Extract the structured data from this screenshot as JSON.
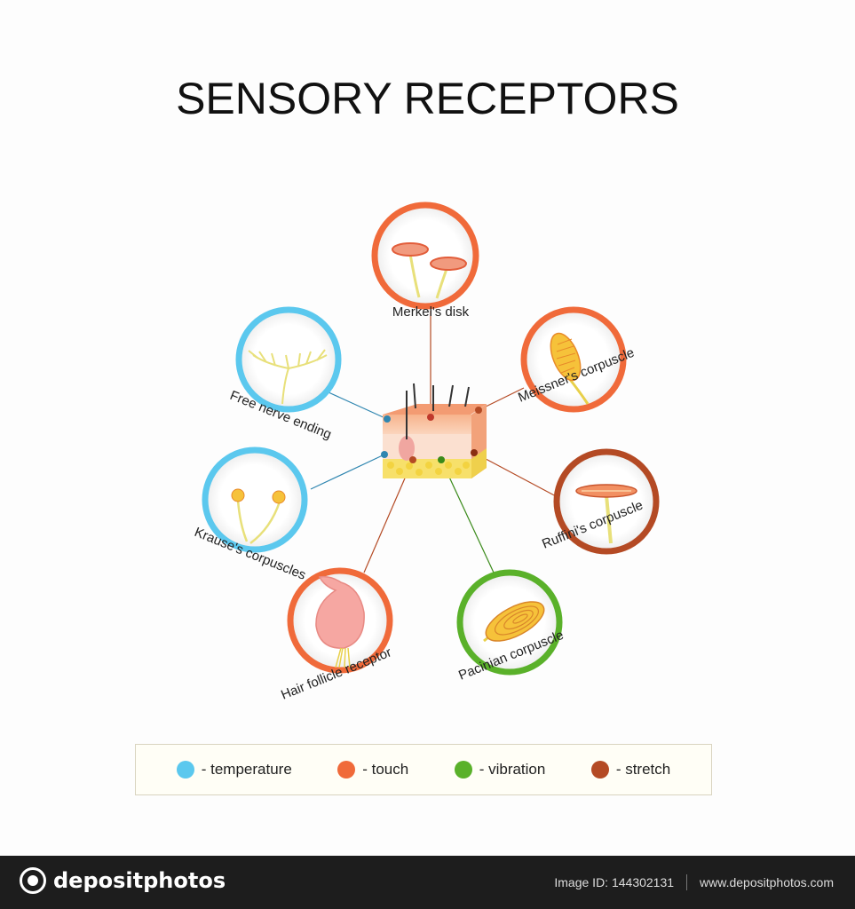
{
  "title": "SENSORY RECEPTORS",
  "colors": {
    "temperature": "#5bc8ee",
    "touch": "#f06a3a",
    "vibration": "#5ab12a",
    "stretch": "#b44a24"
  },
  "receptors": [
    {
      "name": "Merkel's disk",
      "type": "touch",
      "icon": "merkel-disk-icon"
    },
    {
      "name": "Meissner's corpuscle",
      "type": "touch",
      "icon": "meissner-corpuscle-icon"
    },
    {
      "name": "Ruffini's corpuscle",
      "type": "stretch",
      "icon": "ruffini-corpuscle-icon"
    },
    {
      "name": "Pacinian corpuscle",
      "type": "vibration",
      "icon": "pacinian-corpuscle-icon"
    },
    {
      "name": "Hair follicle receptor",
      "type": "touch",
      "icon": "hair-follicle-icon"
    },
    {
      "name": "Krause's  corpuscles",
      "type": "temperature",
      "icon": "krause-corpuscle-icon"
    },
    {
      "name": "Free nerve ending",
      "type": "temperature",
      "icon": "free-nerve-ending-icon"
    }
  ],
  "legend": {
    "temperature": "- temperature",
    "touch": "- touch",
    "vibration": "- vibration",
    "stretch": "- stretch"
  },
  "footer": {
    "brand": "depositphotos",
    "image_id": "Image ID: 144302131",
    "url": "www.depositphotos.com"
  }
}
